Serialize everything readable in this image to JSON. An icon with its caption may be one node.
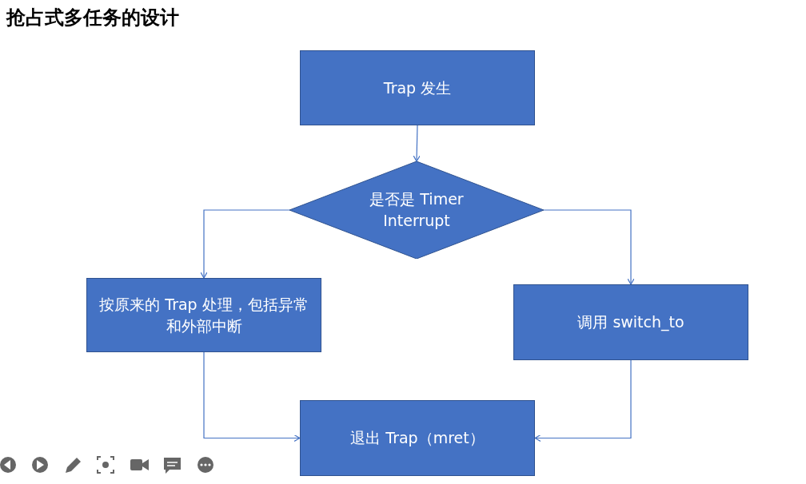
{
  "diagram": {
    "title": "抢占式多任务的设计",
    "nodes": [
      {
        "text": [
          "Trap 发生"
        ]
      },
      {
        "text": [
          "是否是 Timer Interrupt"
        ]
      },
      {
        "text": [
          "按原来的 Trap 处理，包括异常和外部中断"
        ]
      },
      {
        "text": [
          "调用 switch_to"
        ]
      },
      {
        "text": [
          "退出 Trap（mret）"
        ]
      }
    ],
    "edges": [
      {
        "from": 0,
        "to": 1,
        "arrow": "to"
      },
      {
        "from": 1,
        "to": 2,
        "arrow": "to"
      },
      {
        "from": 1,
        "to": 3,
        "arrow": "to"
      },
      {
        "from": 2,
        "to": 4,
        "arrow": "to"
      },
      {
        "from": 3,
        "to": 4,
        "arrow": "to"
      }
    ]
  }
}
